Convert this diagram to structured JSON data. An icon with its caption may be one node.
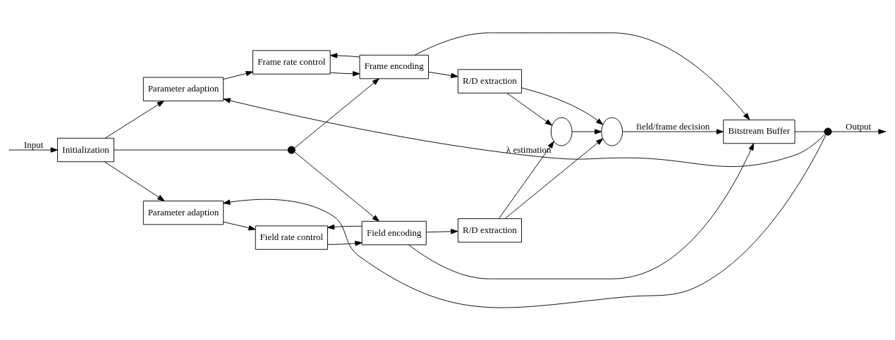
{
  "diagram": {
    "nodes": [
      {
        "text": [
          "Initialization"
        ]
      },
      {
        "text": [
          "Parameter adaption"
        ]
      },
      {
        "text": [
          "Frame rate control"
        ]
      },
      {
        "text": [
          "Frame encoding"
        ]
      },
      {
        "text": [
          "R/D extraction"
        ]
      },
      {
        "text": [
          "Parameter adaption"
        ]
      },
      {
        "text": [
          "Field rate control"
        ]
      },
      {
        "text": [
          "Field encoding"
        ]
      },
      {
        "text": [
          "R/D extraction"
        ]
      },
      {
        "text": [],
        "shape": "dot"
      },
      {
        "text": [],
        "shape": "circle",
        "beside": [
          "λ estimation"
        ]
      },
      {
        "text": [],
        "shape": "circle"
      },
      {
        "text": [
          "Bitstream Buffer"
        ]
      },
      {
        "text": [],
        "shape": "dot"
      }
    ],
    "edges": [
      {
        "from": null,
        "to": 0,
        "arrow": "to",
        "label": "Input"
      },
      {
        "from": 0,
        "to": 1,
        "arrow": "to"
      },
      {
        "from": 0,
        "to": 5,
        "arrow": "to"
      },
      {
        "from": 0,
        "to": 9,
        "arrow": "none"
      },
      {
        "from": 1,
        "to": 2,
        "arrow": "to"
      },
      {
        "from": 2,
        "to": 3,
        "arrow": "to"
      },
      {
        "from": 3,
        "to": 4,
        "arrow": "to"
      },
      {
        "from": 5,
        "to": 6,
        "arrow": "to"
      },
      {
        "from": 6,
        "to": 7,
        "arrow": "to"
      },
      {
        "from": 7,
        "to": 8,
        "arrow": "to"
      },
      {
        "from": 3,
        "to": 2,
        "arrow": "to"
      },
      {
        "from": 7,
        "to": 6,
        "arrow": "to"
      },
      {
        "from": 3,
        "to": 12,
        "arrow": "to"
      },
      {
        "from": 7,
        "to": 12,
        "arrow": "to"
      },
      {
        "from": 9,
        "to": 3,
        "arrow": "to"
      },
      {
        "from": 9,
        "to": 7,
        "arrow": "to"
      },
      {
        "from": 4,
        "to": 10,
        "arrow": "to"
      },
      {
        "from": 4,
        "to": 11,
        "arrow": "to"
      },
      {
        "from": 8,
        "to": 10,
        "arrow": "to"
      },
      {
        "from": 8,
        "to": 11,
        "arrow": "to"
      },
      {
        "from": 10,
        "to": 11,
        "arrow": "to"
      },
      {
        "from": 11,
        "to": 12,
        "arrow": "to",
        "label": "field/frame decision"
      },
      {
        "from": 12,
        "to": 13,
        "arrow": "none"
      },
      {
        "from": 13,
        "to": null,
        "arrow": "to",
        "label": "Output"
      },
      {
        "from": 13,
        "to": 1,
        "arrow": "to"
      },
      {
        "from": 13,
        "to": 5,
        "arrow": "to"
      }
    ]
  }
}
